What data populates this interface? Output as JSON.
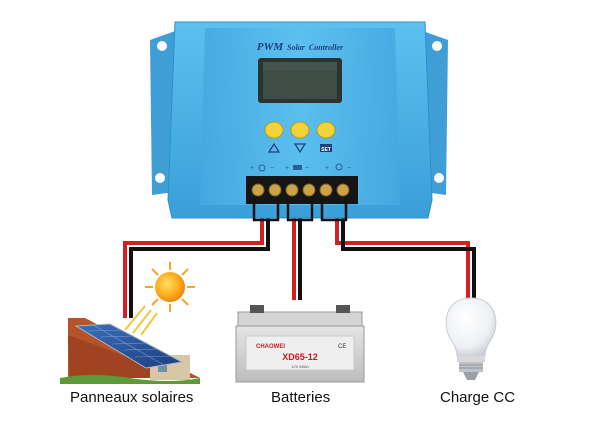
{
  "controller": {
    "title_pwm": "PWM",
    "title_solar": "Solar",
    "title_controller": "Controller",
    "buttons": [
      "up",
      "down",
      "set"
    ],
    "set_label": "SET"
  },
  "battery": {
    "brand": "CHAOWEI",
    "model": "XD65-12",
    "cert": "CE",
    "spec": "12V 65Ah"
  },
  "labels": {
    "solar": "Panneaux solaires",
    "battery": "Batteries",
    "load": "Charge CC"
  },
  "colors": {
    "controller_body": "#4fb3e8",
    "controller_dark": "#2f8fc8",
    "lcd": "#3d4a45",
    "button": "#f2d33a",
    "wire_red": "#d42020",
    "wire_black": "#111111",
    "terminal": "#c9a24a"
  }
}
